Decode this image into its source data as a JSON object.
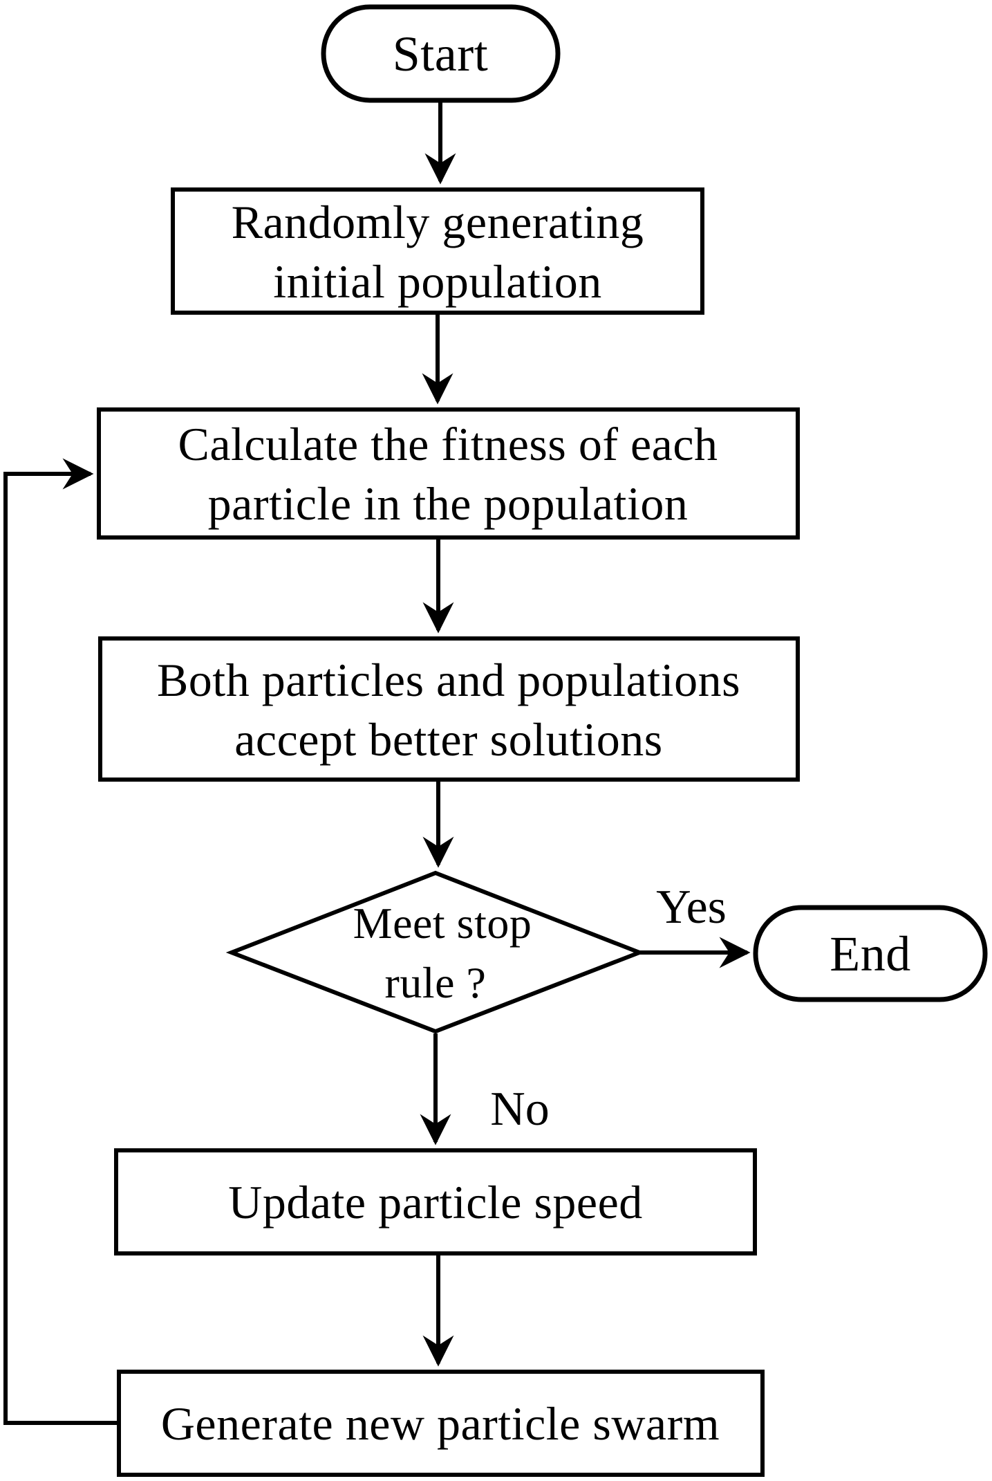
{
  "canvas": {
    "background": "#ffffff",
    "stroke_color": "#000000",
    "text_color": "#000000"
  },
  "nodes": {
    "start": {
      "label": "Start",
      "type": "terminator"
    },
    "generate_population": {
      "line1": "Randomly generating",
      "line2": "initial population",
      "type": "process"
    },
    "calculate_fitness": {
      "line1": "Calculate the fitness of each",
      "line2": "particle in the population",
      "type": "process"
    },
    "accept_solutions": {
      "line1": "Both particles and populations",
      "line2": "accept better solutions",
      "type": "process"
    },
    "stop_rule": {
      "line1": "Meet stop",
      "line2": "rule ?",
      "type": "decision"
    },
    "update_speed": {
      "label": "Update particle speed",
      "type": "process"
    },
    "generate_swarm": {
      "label": "Generate new particle swarm",
      "type": "process"
    },
    "end": {
      "label": "End",
      "type": "terminator"
    }
  },
  "edge_labels": {
    "yes": "Yes",
    "no": "No"
  }
}
